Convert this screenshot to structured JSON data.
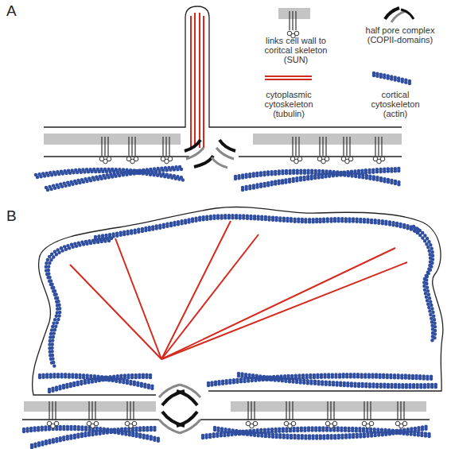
{
  "diagram": {
    "labels": [
      "A",
      "B"
    ],
    "legend": [
      {
        "text": "links cell wall to coritcal skeleton (SUN)"
      },
      {
        "text": "half pore complex (COPII-domains)"
      },
      {
        "text": "cytoplasmic cytoskeleton (tubulin)"
      },
      {
        "text": "cortical cytoskeleton (actin)"
      }
    ]
  }
}
